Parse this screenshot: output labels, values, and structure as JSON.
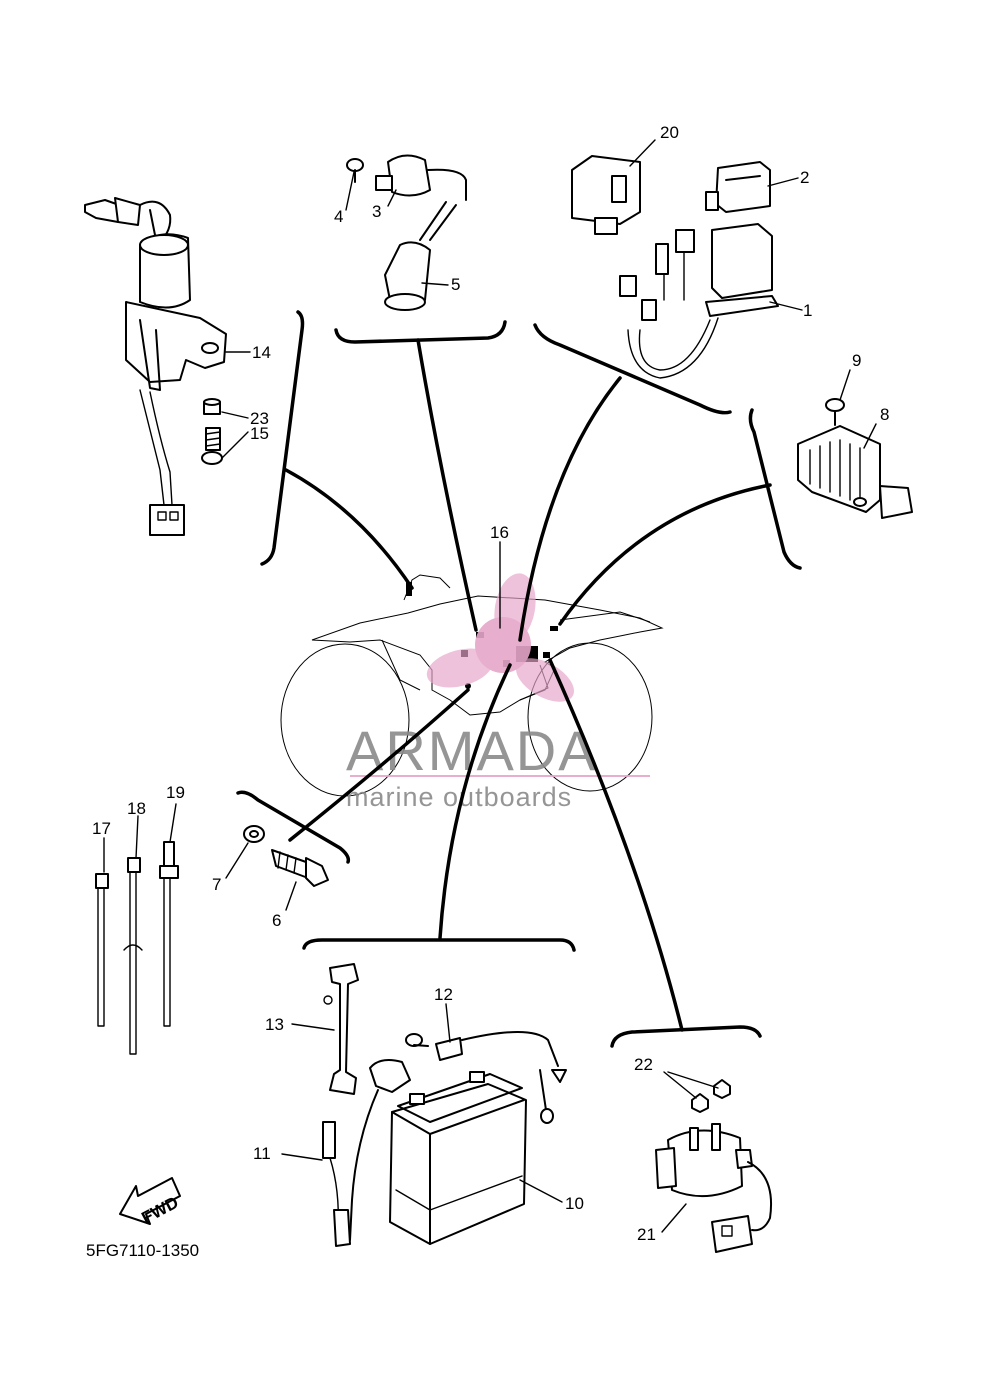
{
  "diagram": {
    "part_code": "5FG7110-1350",
    "direction_label": "FWD",
    "callouts": [
      "1",
      "2",
      "3",
      "4",
      "5",
      "6",
      "7",
      "8",
      "9",
      "10",
      "11",
      "12",
      "13",
      "14",
      "15",
      "16",
      "17",
      "18",
      "19",
      "20",
      "21",
      "22",
      "23"
    ]
  },
  "watermark": {
    "brand": "ARMADA",
    "tagline": "marine outboards",
    "color": "#e6a6c8"
  }
}
